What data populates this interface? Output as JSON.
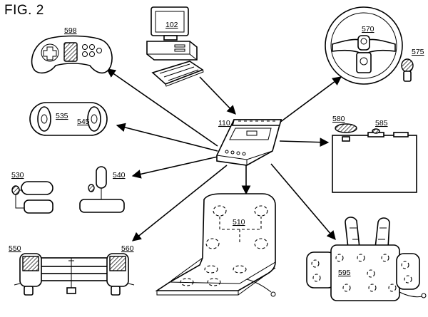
{
  "figure": {
    "title": "FIG. 2",
    "labels": {
      "computer": "102",
      "gamepad": "598",
      "hub": "110",
      "steering_wheel": "570",
      "shift_knob": "575",
      "oval_pad_left": "535",
      "oval_pad_right": "545",
      "panel_a": "580",
      "panel_b": "585",
      "joystick_left": "530",
      "joystick_right": "540",
      "seat": "510",
      "bench_left": "550",
      "bench_right": "560",
      "vest": "595"
    }
  }
}
